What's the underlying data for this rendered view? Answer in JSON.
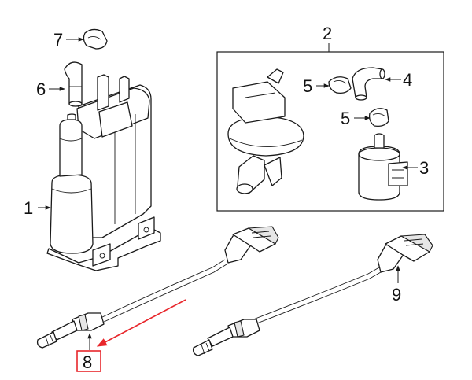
{
  "callouts": {
    "c1": "1",
    "c2": "2",
    "c3": "3",
    "c4": "4",
    "c5a": "5",
    "c5b": "5",
    "c6": "6",
    "c7": "7",
    "c8": "8",
    "c9": "9"
  },
  "colors": {
    "line": "#1a1a1a",
    "highlight": "#e8262b"
  }
}
